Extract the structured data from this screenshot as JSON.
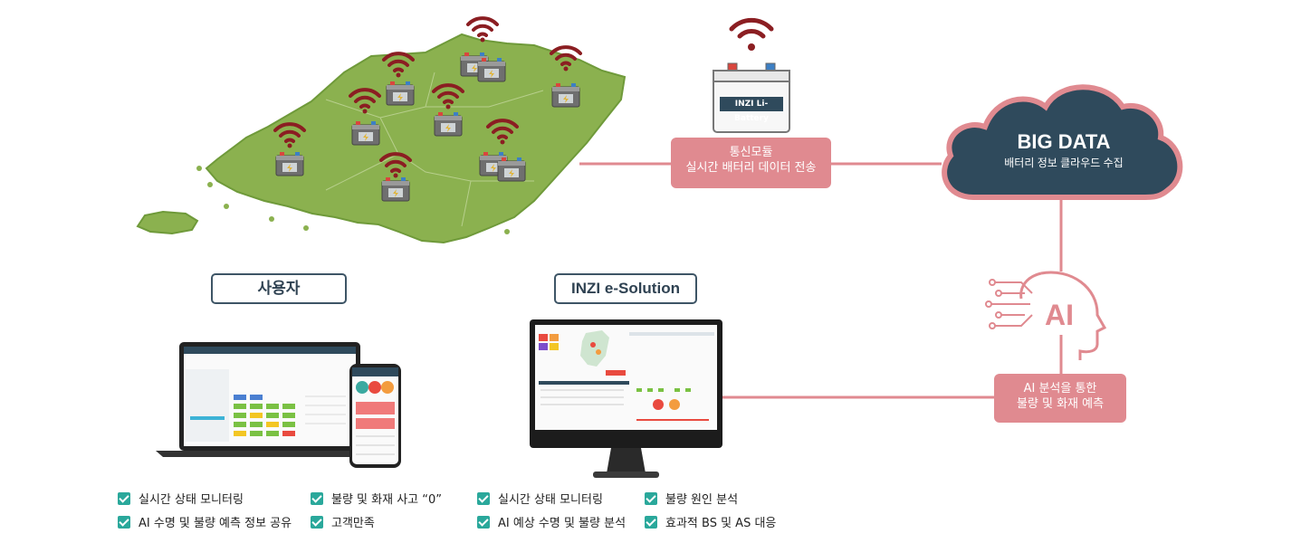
{
  "battery_label": "INZI Li-Battery",
  "comm_module": {
    "line1": "통신모듈",
    "line2": "실시간 배터리 데이터 전송"
  },
  "big_data": {
    "title": "BIG DATA",
    "subtitle": "배터리 정보 클라우드 수집"
  },
  "ai": {
    "label": "AI",
    "box_line1": "AI 분석을 통한",
    "box_line2": "불량 및 화재 예측"
  },
  "user_section": {
    "title": "사용자",
    "features": [
      "실시간 상태 모니터링",
      "불량 및 화재 사고 “0”",
      "AI 수명 및 불량 예측 정보 공유",
      "고객만족"
    ]
  },
  "solution_section": {
    "title": "INZI e-Solution",
    "features": [
      "실시간 상태 모니터링",
      "불량 원인 분석",
      "AI 예상 수명 및 불량 분석",
      "효과적 BS 및 AS 대응"
    ]
  },
  "colors": {
    "map_green": "#8bb14f",
    "accent_pink": "#e08a90",
    "cloud_navy": "#2f4a5c",
    "wifi_red": "#8b1e22",
    "check_teal": "#2aa89b"
  }
}
